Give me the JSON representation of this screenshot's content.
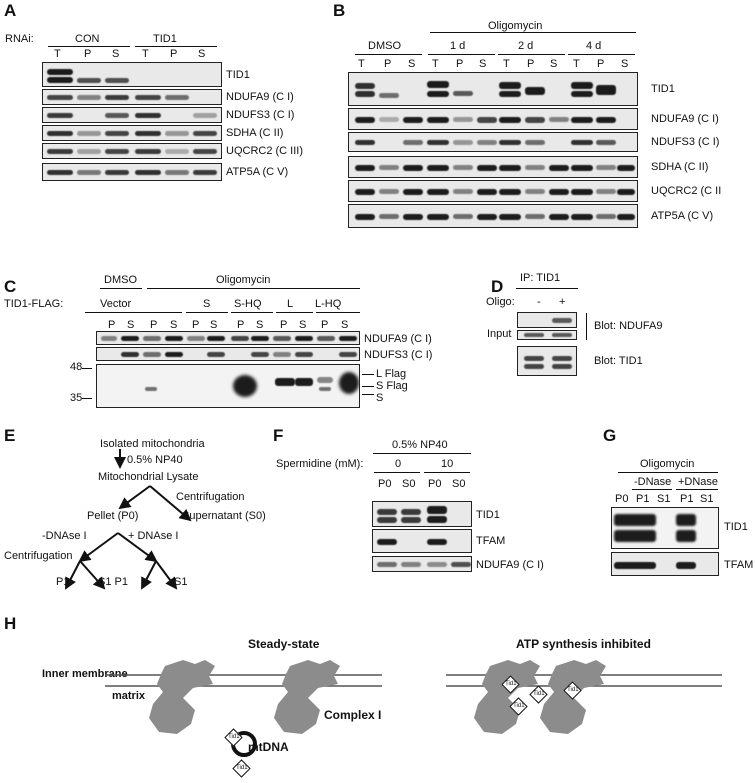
{
  "panels": {
    "A": "A",
    "B": "B",
    "C": "C",
    "D": "D",
    "E": "E",
    "F": "F",
    "G": "G",
    "H": "H"
  },
  "A": {
    "rnai_label": "RNAi:",
    "groups": [
      "CON",
      "TID1"
    ],
    "lanes": [
      "T",
      "P",
      "S",
      "T",
      "P",
      "S"
    ],
    "blots": [
      "TID1",
      "NDUFA9 (C I)",
      "NDUFS3 (C I)",
      "SDHA (C II)",
      "UQCRC2 (C III)",
      "ATP5A (C V)"
    ]
  },
  "B": {
    "treatment": "Oligomycin",
    "groups": [
      "DMSO",
      "1 d",
      "2 d",
      "4 d"
    ],
    "lanes": [
      "T",
      "P",
      "S",
      "T",
      "P",
      "S",
      "T",
      "P",
      "S",
      "T",
      "P",
      "S"
    ],
    "blots": [
      "TID1",
      "NDUFA9 (C I)",
      "NDUFS3 (C I)",
      "SDHA (C II)",
      "UQCRC2 (C II",
      "ATP5A (C V)"
    ]
  },
  "C": {
    "dmso": "DMSO",
    "treatment": "Oligomycin",
    "construct_label": "TID1-FLAG:",
    "constructs": [
      "Vector",
      "S",
      "S-HQ",
      "L",
      "L-HQ"
    ],
    "lanes": [
      "P",
      "S",
      "P",
      "S",
      "P",
      "S",
      "P",
      "S",
      "P",
      "S",
      "P",
      "S"
    ],
    "blots": [
      "NDUFA9 (C I)",
      "NDUFS3 (C I)"
    ],
    "mw": [
      "48",
      "35"
    ],
    "flag_labels": [
      "L Flag",
      "S Flag",
      "S"
    ]
  },
  "D": {
    "ip": "IP: TID1",
    "oligo": "Oligo:",
    "minus": "-",
    "plus": "+",
    "input": "Input",
    "blots": [
      "Blot: NDUFA9",
      "Blot: TID1"
    ]
  },
  "E": {
    "steps": [
      "Isolated mitochondria",
      "0.5% NP40",
      "Mitochondrial Lysate",
      "Centrifugation",
      "Pellet (P0)",
      "Supernatant (S0)",
      "-DNAse I",
      "+ DNAse I",
      "Centrifugation",
      "P1",
      "S1 P1",
      "S1"
    ]
  },
  "F": {
    "np40": "0.5% NP40",
    "spermidine": "Spermidine (mM):",
    "doses": [
      "0",
      "10"
    ],
    "lanes": [
      "P0",
      "S0",
      "P0",
      "S0"
    ],
    "blots": [
      "TID1",
      "TFAM",
      "NDUFA9 (C I)"
    ]
  },
  "G": {
    "treatment": "Oligomycin",
    "groups": [
      "-DNase",
      "+DNase"
    ],
    "lanes": [
      "P0",
      "P1",
      "S1",
      "P1",
      "S1"
    ],
    "blots": [
      "TID1",
      "TFAM"
    ]
  },
  "H": {
    "left_title": "Steady-state",
    "right_title": "ATP synthesis inhibited",
    "inner_membrane": "Inner membrane",
    "matrix": "matrix",
    "complex": "Complex I",
    "mtdna": "mtDNA",
    "tid": "Tid1"
  }
}
